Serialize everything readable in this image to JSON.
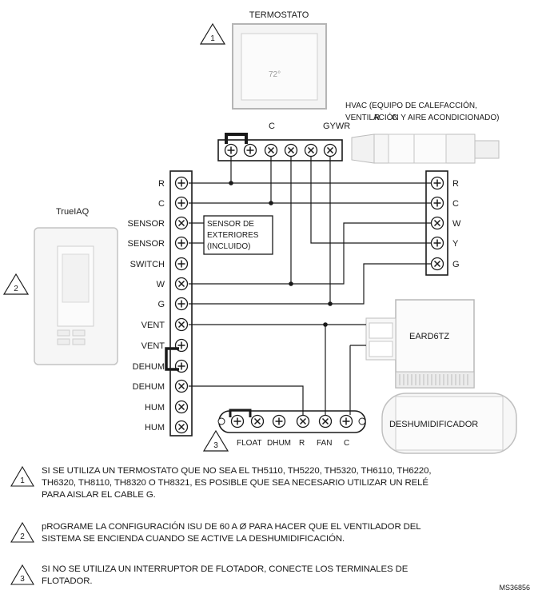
{
  "devices": {
    "thermostat": "TERMOSTATO",
    "hvac_line1": "HVAC (EQUIPO DE CALEFACCIÓN,",
    "hvac_line2": "VENTILACIÓN Y AIRE ACONDICIONADO)",
    "truelaq": "TrueIAQ",
    "eard": "EARD6TZ",
    "dehumidifier": "DESHUMIDIFICADOR",
    "outdoor_sensor": [
      "SENSOR DE",
      "EXTERIORES",
      "(INCLUIDO)"
    ]
  },
  "thermostat_terminals": {
    "c": "C",
    "group": "GYWR",
    "r": "R",
    "c2": "C"
  },
  "truelaq_terminals": [
    "R",
    "C",
    "SENSOR",
    "SENSOR",
    "SWITCH",
    "W",
    "G",
    "VENT",
    "VENT",
    "DEHUM",
    "DEHUM",
    "HUM",
    "HUM"
  ],
  "hvac_terminals": [
    "R",
    "C",
    "W",
    "Y",
    "G"
  ],
  "dehum_terminals": [
    "FLOAT",
    "DHUM",
    "R",
    "FAN",
    "C"
  ],
  "callouts": [
    "1",
    "2",
    "3"
  ],
  "notes": [
    {
      "num": "1",
      "lines": [
        "SI SE UTILIZA UN TERMOSTATO QUE NO SEA EL TH5110, TH5220, TH5320, TH6110, TH6220,",
        "TH6320, TH8110, TH8320 O TH8321, ES POSIBLE QUE SEA NECESARIO UTILIZAR UN RELÉ",
        "PARA AISLAR EL CABLE G."
      ]
    },
    {
      "num": "2",
      "lines": [
        "pROGRAME LA CONFIGURACIÓN ISU DE 60 A Ø PARA HACER QUE EL VENTILADOR DEL",
        "SISTEMA SE ENCIENDA CUANDO SE ACTIVE LA DESHUMIDIFICACIÓN."
      ]
    },
    {
      "num": "3",
      "lines": [
        "SI NO SE UTILIZA UN INTERRUPTOR DE FLOTADOR, CONECTE LOS TERMINALES DE",
        "FLOTADOR."
      ]
    }
  ],
  "figure_code": "MS36856"
}
